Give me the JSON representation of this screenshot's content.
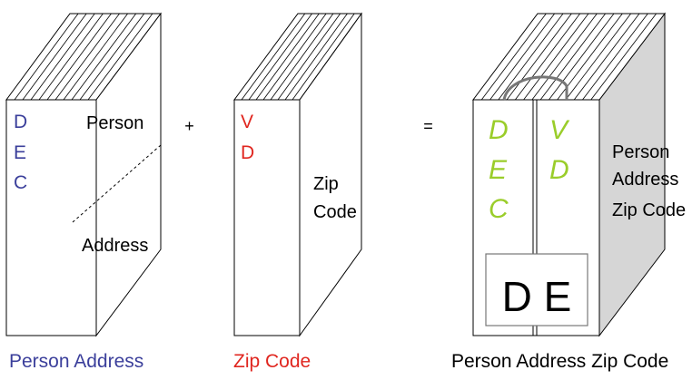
{
  "colors": {
    "blue": "#3b3f9b",
    "red": "#e0261f",
    "green": "#9acd2a",
    "black": "#000000",
    "shade": "#d6d6d6",
    "arc": "#777777"
  },
  "block1": {
    "letters": [
      "D",
      "E",
      "C"
    ],
    "top_label": "Person",
    "bottom_label": "Address",
    "caption": "Person Address"
  },
  "operator_plus": "+",
  "block2": {
    "letters": [
      "V",
      "D"
    ],
    "label_line1": "Zip",
    "label_line2": "Code",
    "caption": "Zip Code"
  },
  "operator_equals": "=",
  "block3": {
    "left_letters": [
      "D",
      "E",
      "C"
    ],
    "right_letters": [
      "V",
      "D"
    ],
    "label_lines": [
      "Person",
      "Address",
      "Zip Code"
    ],
    "de_box": "D E",
    "caption": "Person Address Zip Code"
  }
}
